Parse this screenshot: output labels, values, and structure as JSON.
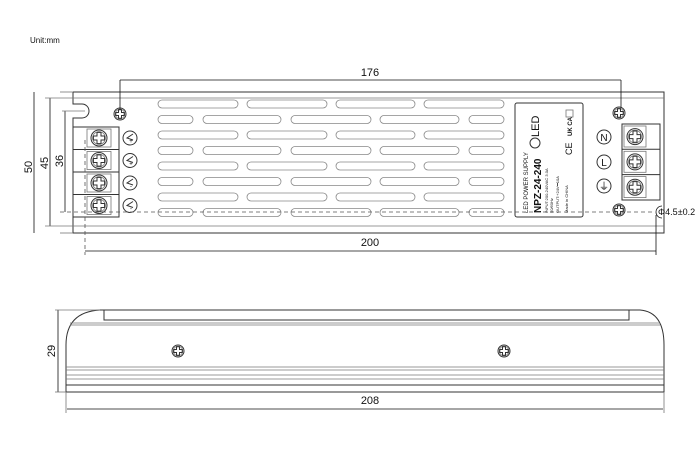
{
  "unit_label": "Unit:mm",
  "top_view": {
    "dims": {
      "d176": "176",
      "d200": "200",
      "d50": "50",
      "d45": "45",
      "d36": "36",
      "hole": "Φ4.5±0.2"
    },
    "label": {
      "brand": "LED",
      "title": "LED POWER SUPPLY",
      "model": "NPZ-24-240",
      "input": "INPUT:200-240VAC 3.0A",
      "freq": "50/60Hz",
      "output": "OUTPUT:+24V⎓10A",
      "origin": "Made in CHINA",
      "cert_ce": "CE",
      "cert_ukca": "UK CA"
    },
    "input_terminals": [
      "N",
      "L",
      "⏚"
    ],
    "output_terminals": [
      "V+",
      "V+",
      "V-",
      "V-"
    ]
  },
  "side_view": {
    "dims": {
      "d208": "208",
      "d29": "29"
    }
  }
}
